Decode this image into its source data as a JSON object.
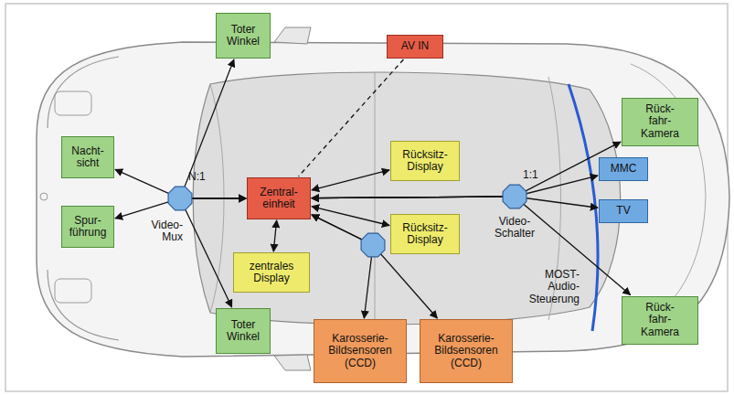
{
  "diagram": {
    "nodes": [
      {
        "text": [
          "Toter Winkel"
        ]
      },
      {
        "text": [
          "AV IN"
        ]
      },
      {
        "text": [
          "Rück- fahr- Kamera"
        ]
      },
      {
        "text": [
          "Nacht- sicht"
        ]
      },
      {
        "text": [
          "Zentral- einheit"
        ]
      },
      {
        "text": [
          "Rücksitz- Display"
        ]
      },
      {
        "text": [
          "MMC"
        ]
      },
      {
        "text": [
          "TV"
        ]
      },
      {
        "text": [
          "Spur- führung"
        ]
      },
      {
        "text": [
          "Rücksitz- Display"
        ]
      },
      {
        "text": [
          "zentrales Display"
        ]
      },
      {
        "text": [
          "Rück- fahr- Kamera"
        ]
      },
      {
        "text": [
          "Toter Winkel"
        ]
      },
      {
        "text": [
          "Karosserie- Bildsensoren (CCD)"
        ]
      },
      {
        "text": [
          "Karosserie- Bildsensoren (CCD)"
        ]
      }
    ],
    "edges": [
      {
        "from": 0,
        "to": 4,
        "arrow": "both"
      },
      {
        "from": 3,
        "to": 4,
        "arrow": "both"
      },
      {
        "from": 8,
        "to": 4,
        "arrow": "both"
      },
      {
        "from": 12,
        "to": 4,
        "arrow": "both"
      },
      {
        "from": 1,
        "to": 4,
        "arrow": "none"
      },
      {
        "from": 4,
        "to": 5,
        "arrow": "both"
      },
      {
        "from": 4,
        "to": 9,
        "arrow": "both"
      },
      {
        "from": 4,
        "to": 10,
        "arrow": "both"
      },
      {
        "from": 4,
        "to": 2,
        "arrow": "both"
      },
      {
        "from": 4,
        "to": 6,
        "arrow": "both"
      },
      {
        "from": 4,
        "to": 7,
        "arrow": "both"
      },
      {
        "from": 4,
        "to": 11,
        "arrow": "both"
      },
      {
        "from": 4,
        "to": 13,
        "arrow": "both"
      },
      {
        "from": 4,
        "to": 14,
        "arrow": "both"
      }
    ],
    "labels": [
      "N:1",
      "Video- Mux",
      "1:1",
      "Video- Schalter",
      "MOST- Audio- Steuerung"
    ]
  }
}
